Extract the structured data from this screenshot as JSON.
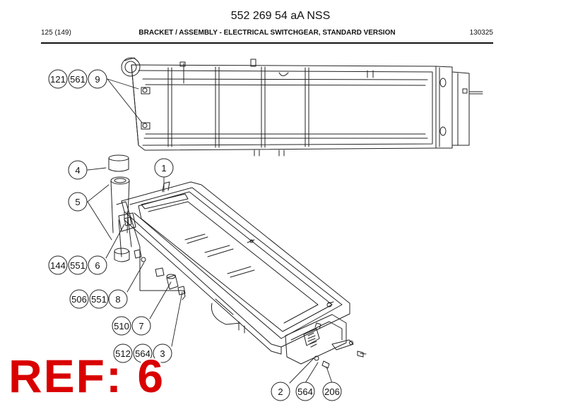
{
  "header": {
    "title": "552 269 54 aA NSS",
    "page": "125 (149)",
    "caption": "BRACKET / ASSEMBLY - ELECTRICAL SWITCHGEAR, STANDARD VERSION",
    "code": "130325"
  },
  "callouts": [
    {
      "id": "c121",
      "label": "121"
    },
    {
      "id": "c561",
      "label": "561"
    },
    {
      "id": "c9",
      "label": "9"
    },
    {
      "id": "c4",
      "label": "4"
    },
    {
      "id": "c1",
      "label": "1"
    },
    {
      "id": "c5",
      "label": "5"
    },
    {
      "id": "c144",
      "label": "144"
    },
    {
      "id": "c551a",
      "label": "551"
    },
    {
      "id": "c6",
      "label": "6"
    },
    {
      "id": "c506",
      "label": "506"
    },
    {
      "id": "c551b",
      "label": "551"
    },
    {
      "id": "c8",
      "label": "8"
    },
    {
      "id": "c510",
      "label": "510"
    },
    {
      "id": "c7",
      "label": "7"
    },
    {
      "id": "c512",
      "label": "512"
    },
    {
      "id": "c564a",
      "label": "564"
    },
    {
      "id": "c3",
      "label": "3"
    },
    {
      "id": "c2",
      "label": "2"
    },
    {
      "id": "c564b",
      "label": "564"
    },
    {
      "id": "c206",
      "label": "206"
    }
  ],
  "overlay": {
    "ref_text": "REF: 6",
    "color": "#d90000"
  }
}
